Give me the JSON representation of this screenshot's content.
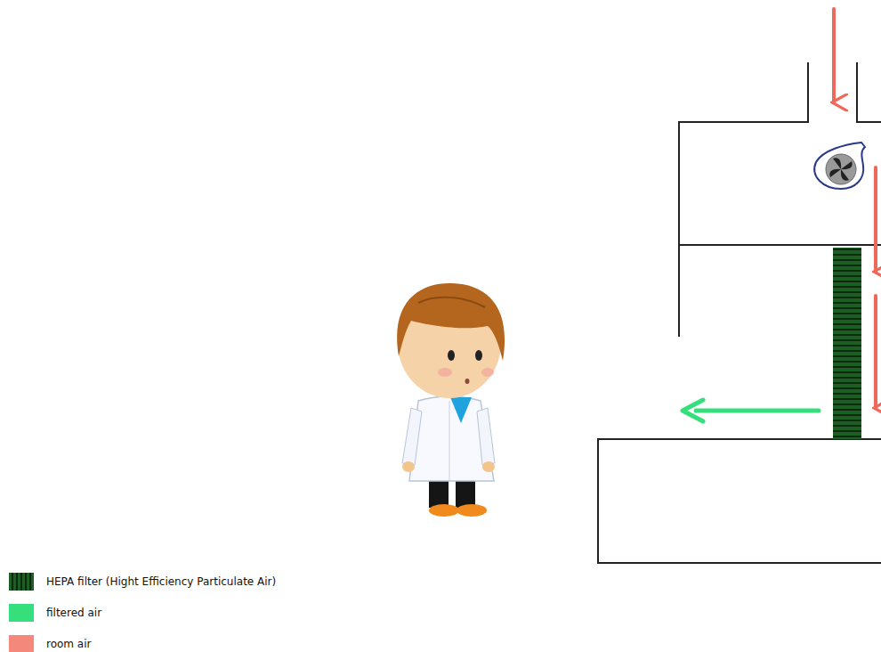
{
  "diagram": {
    "legend": [
      {
        "text": "HEPA filter (Hight Efficiency Particulate Air)"
      },
      {
        "text": "filtered air",
        "color": "#35e07c"
      },
      {
        "text": "room air",
        "color": "#f4897b"
      }
    ]
  }
}
